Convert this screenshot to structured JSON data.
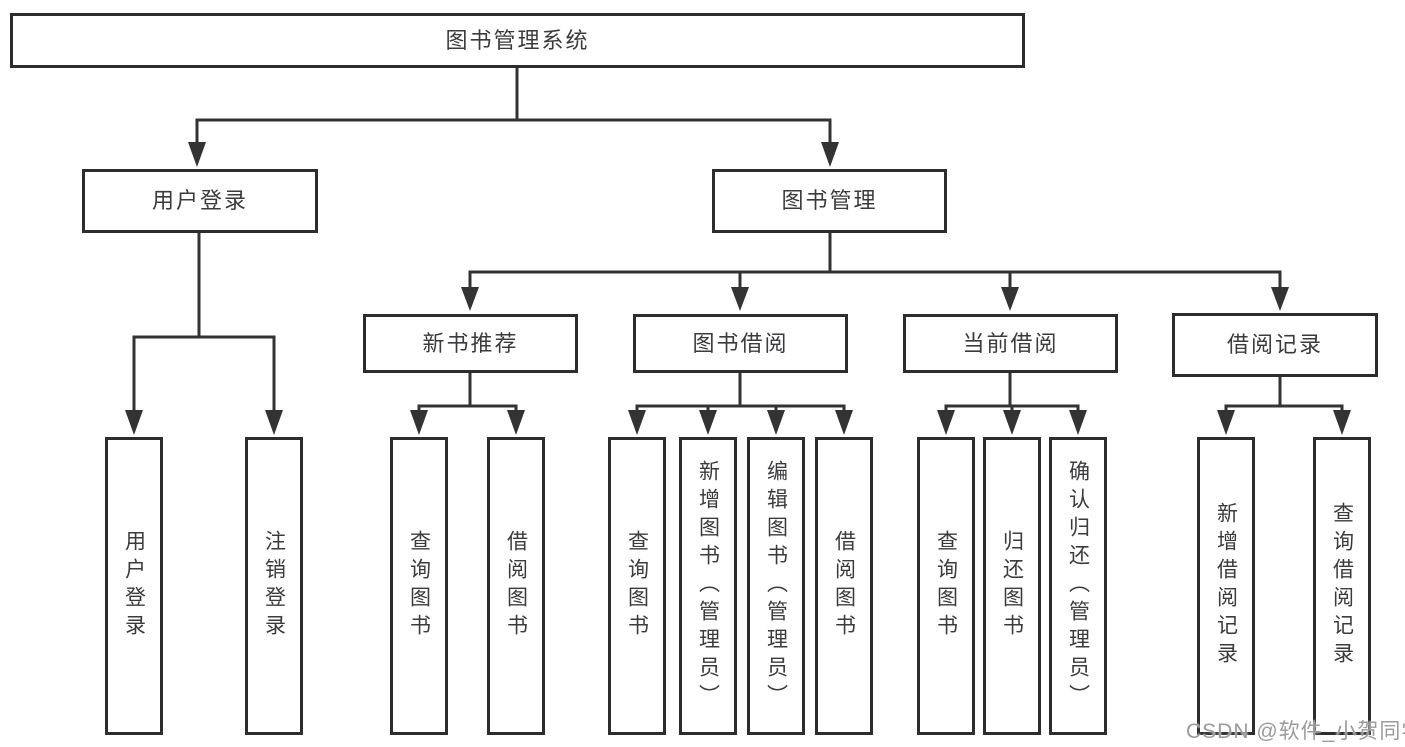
{
  "nodes": {
    "root": "图书管理系统",
    "user_login": "用户登录",
    "book_mgmt": "图书管理",
    "new_book_rec": "新书推荐",
    "book_borrow": "图书借阅",
    "current_borrow": "当前借阅",
    "borrow_records": "借阅记录",
    "leaf_user_login": "用户登录",
    "leaf_logout": "注销登录",
    "leaf_nb_query": "查询图书",
    "leaf_nb_borrow": "借阅图书",
    "leaf_bb_query": "查询图书",
    "leaf_bb_add": "新增图书（管理员）",
    "leaf_bb_edit": "编辑图书（管理员）",
    "leaf_bb_borrow": "借阅图书",
    "leaf_cb_query": "查询图书",
    "leaf_cb_return": "归还图书",
    "leaf_cb_confirm": "确认归还（管理员）",
    "leaf_br_add": "新增借阅记录",
    "leaf_br_query": "查询借阅记录"
  },
  "hierarchy": {
    "root": [
      "user_login",
      "book_mgmt"
    ],
    "user_login": [
      "leaf_user_login",
      "leaf_logout"
    ],
    "book_mgmt": [
      "new_book_rec",
      "book_borrow",
      "current_borrow",
      "borrow_records"
    ],
    "new_book_rec": [
      "leaf_nb_query",
      "leaf_nb_borrow"
    ],
    "book_borrow": [
      "leaf_bb_query",
      "leaf_bb_add",
      "leaf_bb_edit",
      "leaf_bb_borrow"
    ],
    "current_borrow": [
      "leaf_cb_query",
      "leaf_cb_return",
      "leaf_cb_confirm"
    ],
    "borrow_records": [
      "leaf_br_add",
      "leaf_br_query"
    ]
  },
  "watermark": "CSDN @软件_小贺同学",
  "colors": {
    "line": "#333333",
    "border": "#2d2d2d",
    "text": "#3b3b3e",
    "watermark": "#9b9b9b",
    "background": "#ffffff"
  }
}
